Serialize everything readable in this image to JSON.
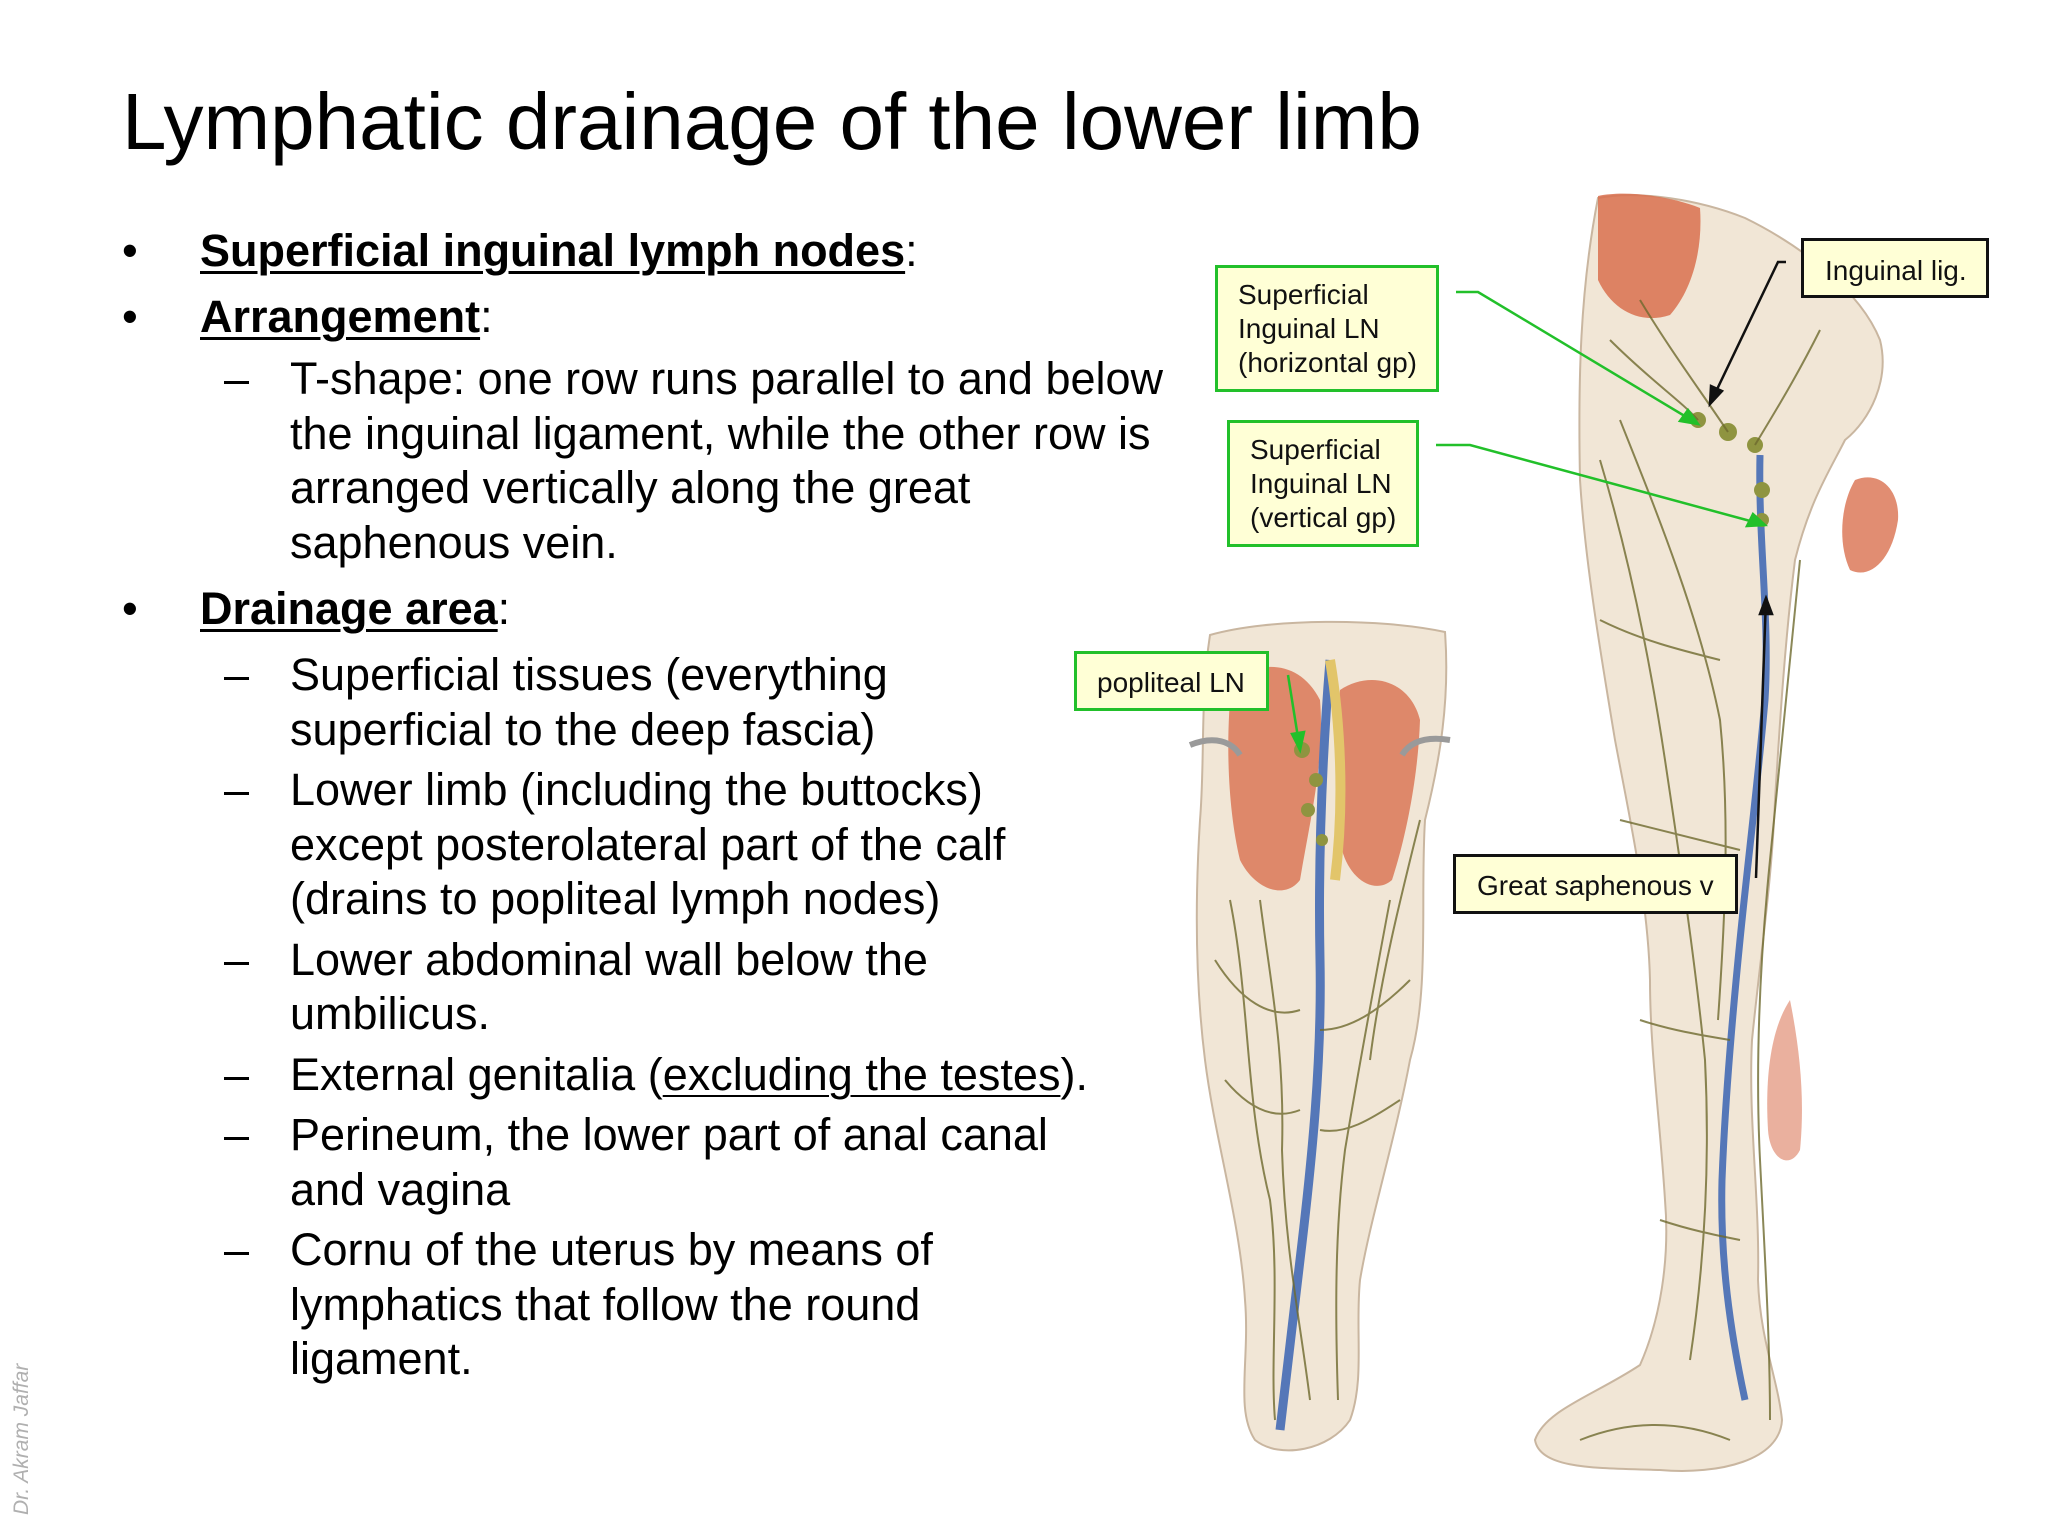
{
  "title": "Lymphatic drainage of the lower limb",
  "bullets": {
    "marker": "•",
    "dash": "–",
    "heading1": {
      "keyword": "Superficial inguinal lymph nodes",
      "suffix": ":"
    },
    "heading2": {
      "keyword": "Arrangement",
      "suffix": ":"
    },
    "arrangement_items": [
      "T-shape: one row runs parallel to and below the inguinal ligament, while the other row is arranged vertically along the great saphenous vein."
    ],
    "heading3": {
      "keyword": "Drainage area",
      "suffix": ":"
    },
    "drainage_items": [
      "Superficial tissues (everything superficial to the deep fascia)",
      "Lower limb (including the buttocks) except posterolateral part of the calf (drains to popliteal lymph nodes)",
      "Lower abdominal wall below the umbilicus."
    ],
    "external_genitalia": {
      "before": "External genitalia (",
      "underlined": "excluding the testes",
      "after": ")."
    },
    "drainage_items_after": [
      "Perineum, the lower part of anal canal and vagina",
      "Cornu of the uterus by means of lymphatics that follow the round ligament."
    ]
  },
  "figure_labels": {
    "inguinal_lig": "Inguinal lig.",
    "sup_horizontal_line1": "Superficial",
    "sup_horizontal_line2": "Inguinal LN",
    "sup_horizontal_line3": "(horizontal gp)",
    "sup_vertical_line1": "Superficial",
    "sup_vertical_line2": "Inguinal LN",
    "sup_vertical_line3": "(vertical gp)",
    "popliteal": "popliteal LN",
    "great_saphenous": "Great saphenous v"
  },
  "watermark": "Dr. Akram Jaffar",
  "colors": {
    "label_fill": "#ffffd6",
    "label_border_green": "#22c02a",
    "label_border_black": "#111111",
    "skin": "#f1e6d6",
    "muscle": "#d9704f",
    "vein_blue": "#5577b8",
    "lymph_vessel": "#6e6a2e"
  }
}
